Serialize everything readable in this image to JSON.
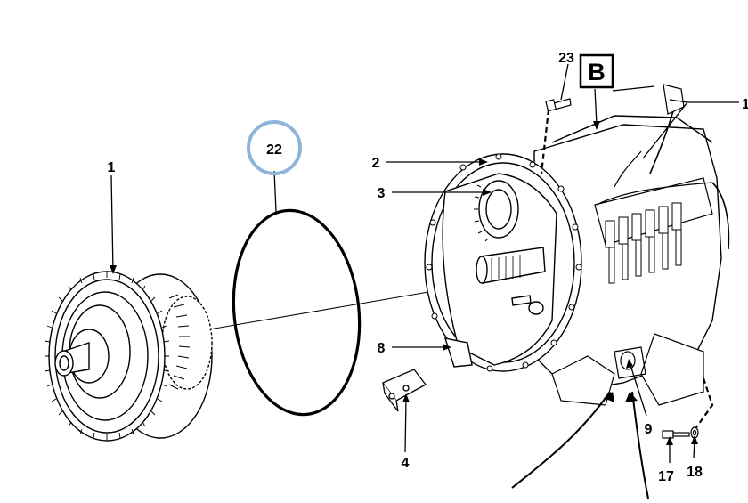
{
  "callouts": {
    "c1": "1",
    "c1b": "1",
    "c2": "2",
    "c3": "3",
    "c4": "4",
    "c8": "8",
    "c9": "9",
    "c17": "17",
    "c18": "18",
    "c22": "22",
    "c23": "23"
  },
  "view_label": "B",
  "colors": {
    "line": "#000000",
    "highlight_ring": "#8fb3d9",
    "background": "#ffffff"
  }
}
